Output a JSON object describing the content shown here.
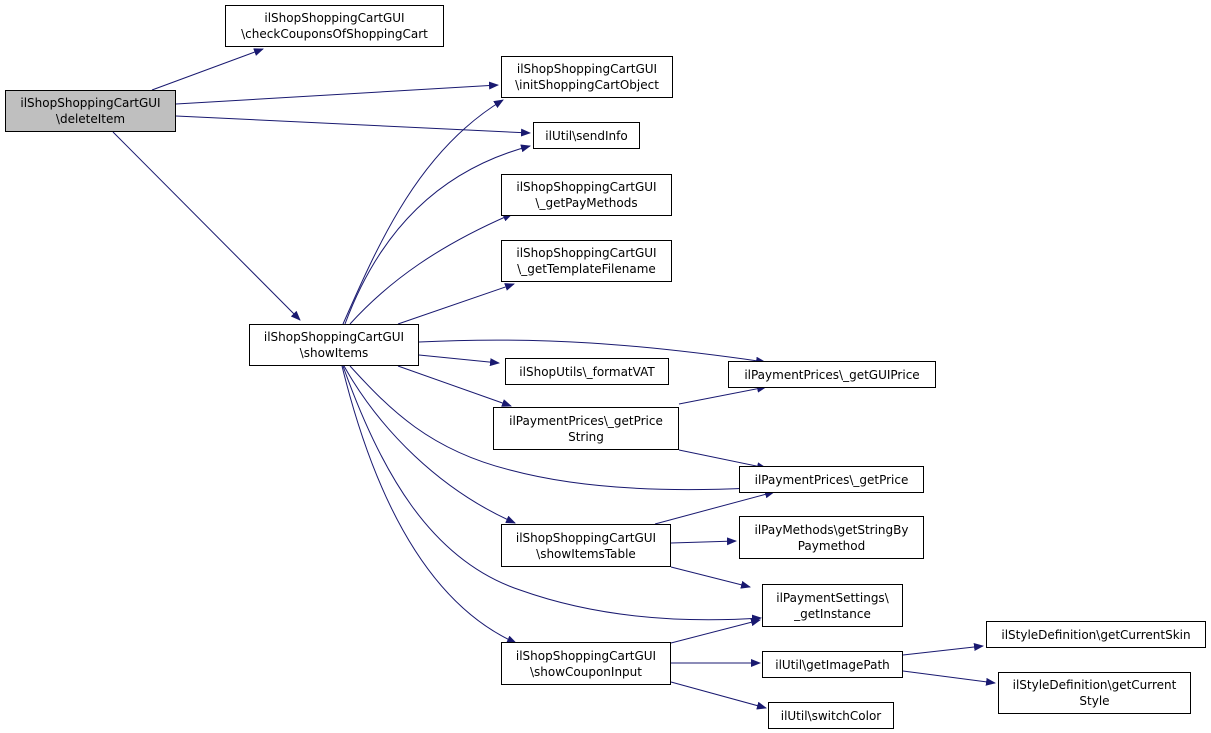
{
  "diagram": {
    "nodes": [
      {
        "id": "deleteItem",
        "lines": [
          "ilShopShoppingCartGUI",
          "\\deleteItem"
        ],
        "root": true
      },
      {
        "id": "checkCoupons",
        "lines": [
          "ilShopShoppingCartGUI",
          "\\checkCouponsOfShoppingCart"
        ]
      },
      {
        "id": "initCart",
        "lines": [
          "ilShopShoppingCartGUI",
          "\\initShoppingCartObject"
        ]
      },
      {
        "id": "sendInfo",
        "lines": [
          "ilUtil\\sendInfo"
        ]
      },
      {
        "id": "getPayMethods",
        "lines": [
          "ilShopShoppingCartGUI",
          "\\_getPayMethods"
        ]
      },
      {
        "id": "getTemplate",
        "lines": [
          "ilShopShoppingCartGUI",
          "\\_getTemplateFilename"
        ]
      },
      {
        "id": "showItems",
        "lines": [
          "ilShopShoppingCartGUI",
          "\\showItems"
        ]
      },
      {
        "id": "formatVAT",
        "lines": [
          "ilShopUtils\\_formatVAT"
        ]
      },
      {
        "id": "getGUIPrice",
        "lines": [
          "ilPaymentPrices\\_getGUIPrice"
        ]
      },
      {
        "id": "getPriceString",
        "lines": [
          "ilPaymentPrices\\_getPrice",
          "String"
        ]
      },
      {
        "id": "getPrice",
        "lines": [
          "ilPaymentPrices\\_getPrice"
        ]
      },
      {
        "id": "showItemsTable",
        "lines": [
          "ilShopShoppingCartGUI",
          "\\showItemsTable"
        ]
      },
      {
        "id": "getStringByPaymethod",
        "lines": [
          "ilPayMethods\\getStringBy",
          "Paymethod"
        ]
      },
      {
        "id": "getInstance",
        "lines": [
          "ilPaymentSettings\\",
          "_getInstance"
        ]
      },
      {
        "id": "showCouponInput",
        "lines": [
          "ilShopShoppingCartGUI",
          "\\showCouponInput"
        ]
      },
      {
        "id": "getImagePath",
        "lines": [
          "ilUtil\\getImagePath"
        ]
      },
      {
        "id": "getCurrentSkin",
        "lines": [
          "ilStyleDefinition\\getCurrentSkin"
        ]
      },
      {
        "id": "getCurrentStyle",
        "lines": [
          "ilStyleDefinition\\getCurrent",
          "Style"
        ]
      },
      {
        "id": "switchColor",
        "lines": [
          "ilUtil\\switchColor"
        ]
      }
    ],
    "edges": [
      [
        "deleteItem",
        "checkCoupons"
      ],
      [
        "deleteItem",
        "initCart"
      ],
      [
        "deleteItem",
        "sendInfo"
      ],
      [
        "deleteItem",
        "showItems"
      ],
      [
        "showItems",
        "initCart"
      ],
      [
        "showItems",
        "sendInfo"
      ],
      [
        "showItems",
        "getPayMethods"
      ],
      [
        "showItems",
        "getTemplate"
      ],
      [
        "showItems",
        "formatVAT"
      ],
      [
        "showItems",
        "getGUIPrice"
      ],
      [
        "showItems",
        "getPriceString"
      ],
      [
        "showItems",
        "getPrice"
      ],
      [
        "showItems",
        "showItemsTable"
      ],
      [
        "showItems",
        "getInstance"
      ],
      [
        "showItems",
        "showCouponInput"
      ],
      [
        "getPriceString",
        "getGUIPrice"
      ],
      [
        "getPriceString",
        "getPrice"
      ],
      [
        "showItemsTable",
        "getPrice"
      ],
      [
        "showItemsTable",
        "getStringByPaymethod"
      ],
      [
        "showItemsTable",
        "getInstance"
      ],
      [
        "showCouponInput",
        "getInstance"
      ],
      [
        "showCouponInput",
        "getImagePath"
      ],
      [
        "showCouponInput",
        "switchColor"
      ],
      [
        "getImagePath",
        "getCurrentSkin"
      ],
      [
        "getImagePath",
        "getCurrentStyle"
      ]
    ],
    "colors": {
      "edge": "#191970",
      "root_fill": "#bfbfbf",
      "node_fill": "#ffffff",
      "node_border": "#000000"
    }
  }
}
